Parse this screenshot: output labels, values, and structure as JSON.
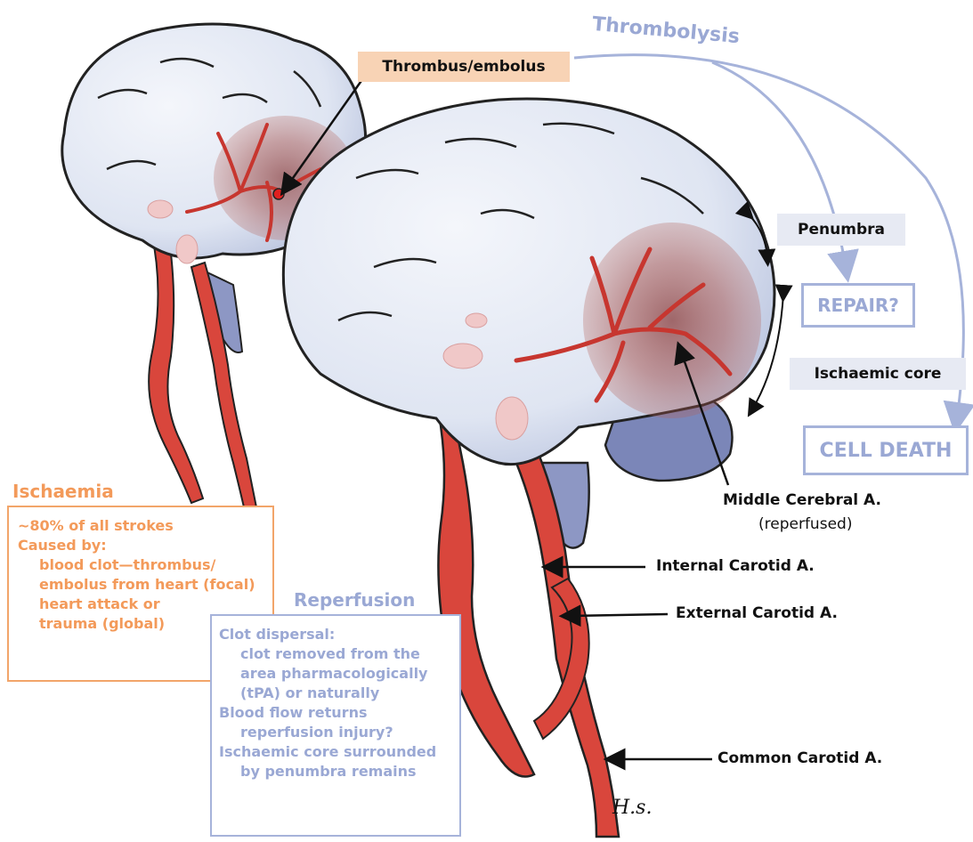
{
  "labels": {
    "thrombolysis": "Thrombolysis",
    "thrombus": "Thrombus/embolus",
    "penumbra": "Penumbra",
    "repair": "REPAIR?",
    "ischaemic_core": "Ischaemic core",
    "cell_death": "CELL DEATH",
    "middle_cerebral": "Middle Cerebral A.",
    "reperfused": "(reperfused)",
    "internal_carotid": "Internal Carotid A.",
    "external_carotid": "External Carotid A.",
    "common_carotid": "Common Carotid A.",
    "signature": "H.s."
  },
  "ischaemia": {
    "title": "Ischaemia",
    "lines": [
      "~80% of all strokes",
      "Caused by:",
      "blood clot—thrombus/",
      "embolus from heart (focal)",
      "heart attack or",
      "trauma (global)"
    ]
  },
  "reperfusion": {
    "title": "Reperfusion",
    "lines": [
      "Clot dispersal:",
      "clot removed from the",
      "area pharmacologically",
      "(tPA) or naturally",
      "Blood flow returns",
      "reperfusion injury?",
      "Ischaemic core surrounded",
      "by penumbra remains"
    ]
  },
  "colors": {
    "brain_fill": "#dfe5f2",
    "brain_stroke": "#222222",
    "artery": "#d9463c",
    "infarct": "#8b2e2a",
    "blue_text": "#9aa8d4",
    "orange_text": "#f39a5a",
    "thrombus_bg": "#f8d3b5"
  }
}
